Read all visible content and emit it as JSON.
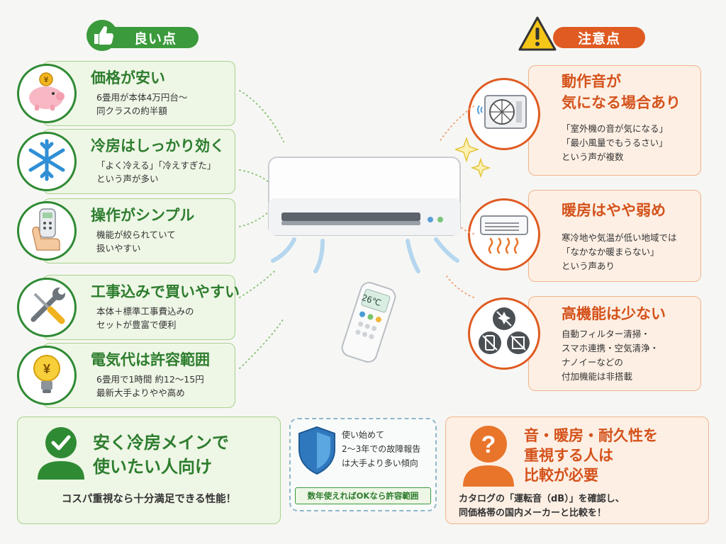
{
  "headers": {
    "good": "良い点",
    "caution": "注意点"
  },
  "good_points": [
    {
      "icon": "piggy-bank-icon",
      "title": "価格が安い",
      "desc": "6畳用が本体4万円台～\n同クラスの約半額"
    },
    {
      "icon": "snowflake-icon",
      "title": "冷房はしっかり効く",
      "desc": "「よく冷える」「冷えすぎた」\nという声が多い"
    },
    {
      "icon": "remote-in-hand-icon",
      "title": "操作がシンプル",
      "desc": "機能が絞られていて\n扱いやすい"
    },
    {
      "icon": "wrench-screwdriver-icon",
      "title": "工事込みで買いやすい",
      "desc": "本体＋標準工事費込みの\nセットが豊富で便利"
    },
    {
      "icon": "yen-lightbulb-icon",
      "title": "電気代は許容範囲",
      "desc": "6畳用で1時間 約12～15円\n最新大手よりやや高め"
    }
  ],
  "caution_points": [
    {
      "icon": "outdoor-unit-icon",
      "title": "動作音が\n気になる場合あり",
      "desc": "「室外機の音が気になる」\n「最小風量でもうるさい」\nという声が複数"
    },
    {
      "icon": "heater-unit-icon",
      "title": "暖房はやや弱め",
      "desc": "寒冷地や気温が低い地域では\n「なかなか暖まらない」\nという声あり"
    },
    {
      "icon": "no-features-icon",
      "title": "高機能は少ない",
      "desc": "自動フィルター清掃・\nスマホ連携・空気清浄・\nナノイーなどの\n付加機能は非搭載"
    }
  ],
  "remote_display": "26℃",
  "bottom_left": {
    "title_line1": "安く冷房メインで",
    "title_line2": "使いたい人向け",
    "note": "コスパ重視なら十分満足できる性能！"
  },
  "bottom_middle": {
    "text": "使い始めて\n2～3年での故障報告\nは大手より多い傾向",
    "badge": "数年使えればOKなら許容範囲"
  },
  "bottom_right": {
    "title_line1": "音・暖房・耐久性を",
    "title_line2": "重視する人は",
    "title_line3": "比較が必要",
    "note_line1": "カタログの「運転音（dB）」を確認し、",
    "note_line2": "同価格帯の国内メーカーと比較を！"
  },
  "colors": {
    "good_accent": "#3b9a3c",
    "caution_accent": "#df5b22"
  }
}
